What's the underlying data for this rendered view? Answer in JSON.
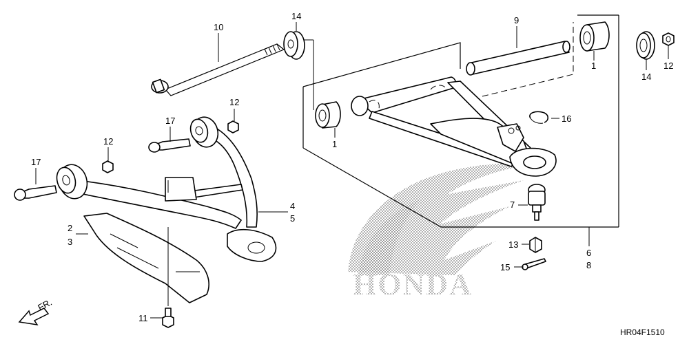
{
  "diagram": {
    "brand_watermark": "HONDA",
    "drawing_code": "HR04F1510",
    "direction_label": "FR.",
    "callouts": [
      {
        "id": "p10",
        "label": "10"
      },
      {
        "id": "p14a",
        "label": "14"
      },
      {
        "id": "p9",
        "label": "9"
      },
      {
        "id": "p1a",
        "label": "1"
      },
      {
        "id": "p14b",
        "label": "14"
      },
      {
        "id": "p12a",
        "label": "12"
      },
      {
        "id": "p12b",
        "label": "12"
      },
      {
        "id": "p17a",
        "label": "17"
      },
      {
        "id": "p12c",
        "label": "12"
      },
      {
        "id": "p1b",
        "label": "1"
      },
      {
        "id": "p16",
        "label": "16"
      },
      {
        "id": "p17b",
        "label": "17"
      },
      {
        "id": "p4",
        "label": "4"
      },
      {
        "id": "p5",
        "label": "5"
      },
      {
        "id": "p2",
        "label": "2"
      },
      {
        "id": "p3",
        "label": "3"
      },
      {
        "id": "p7",
        "label": "7"
      },
      {
        "id": "p6",
        "label": "6"
      },
      {
        "id": "p8",
        "label": "8"
      },
      {
        "id": "p13",
        "label": "13"
      },
      {
        "id": "p15",
        "label": "15"
      },
      {
        "id": "p11",
        "label": "11"
      }
    ]
  }
}
